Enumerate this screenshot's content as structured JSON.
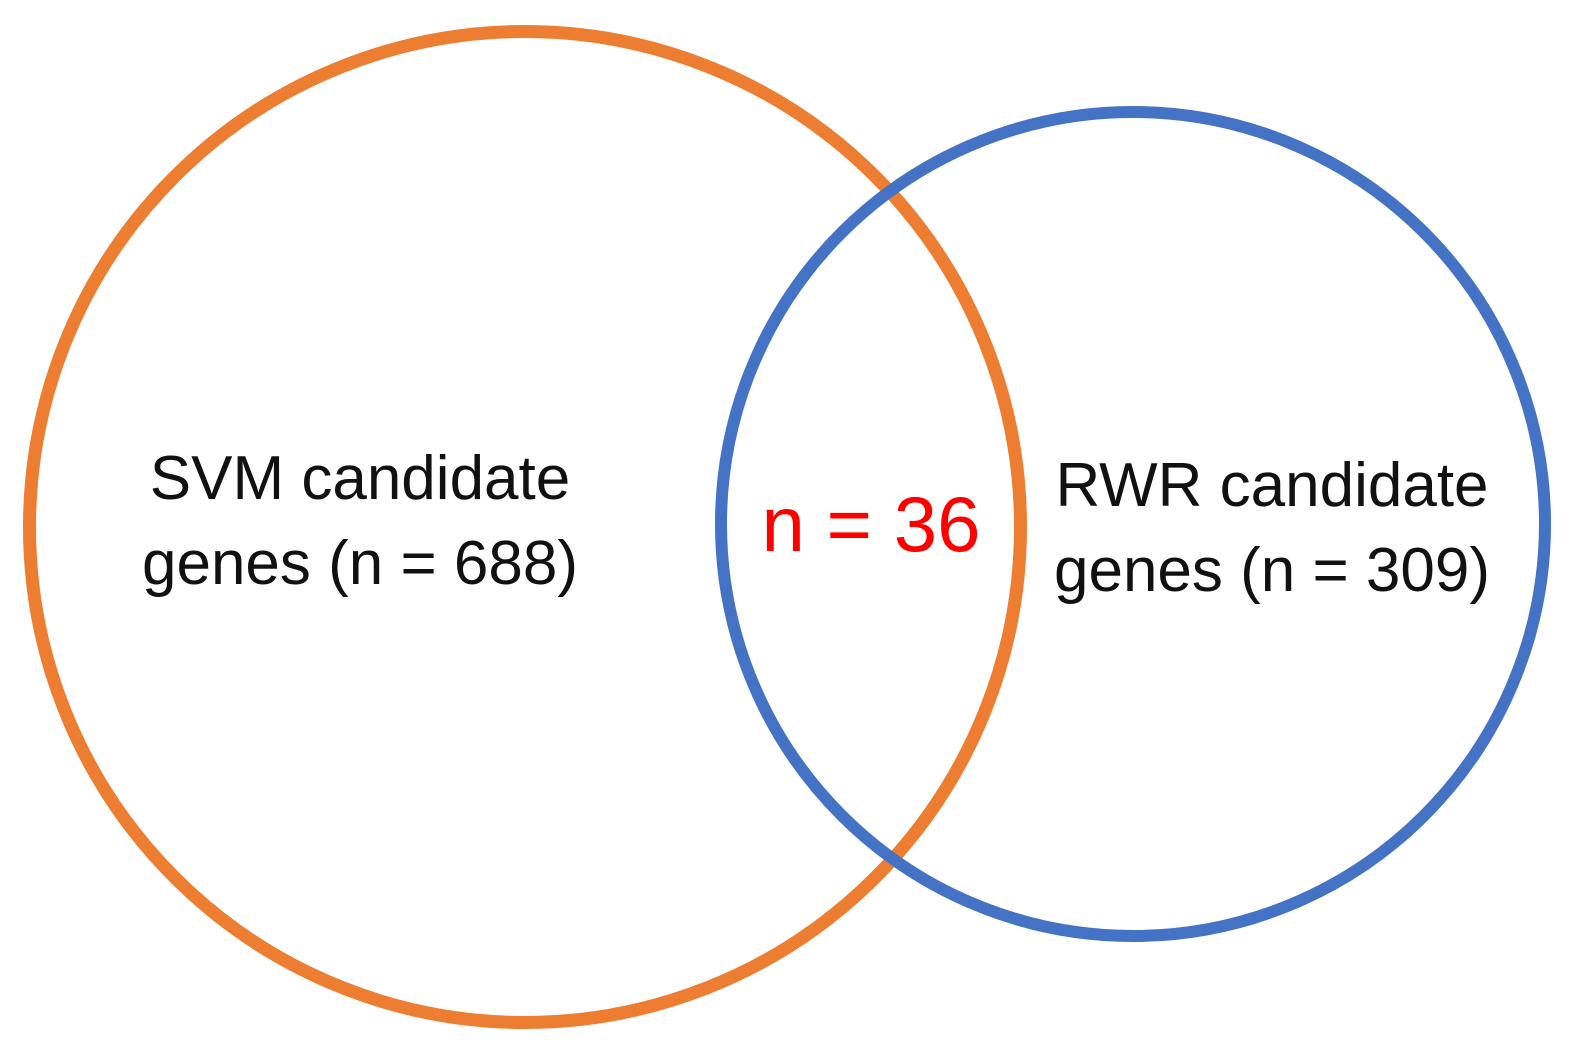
{
  "venn": {
    "type": "venn-diagram",
    "background_color": "#FFFFFF",
    "label_text_color": "#111111",
    "left_set": {
      "name": "SVM candidate genes",
      "count": 688,
      "label_lines": [
        "SVM candidate",
        "genes (n = 688)"
      ],
      "circle_color": "#ED7D31"
    },
    "right_set": {
      "name": "RWR candidate genes",
      "count": 309,
      "label_lines": [
        "RWR candidate",
        "genes (n = 309)"
      ],
      "circle_color": "#4472C4"
    },
    "intersection": {
      "label": "n = 36",
      "count": 36,
      "text_color": "#FF0000"
    }
  }
}
